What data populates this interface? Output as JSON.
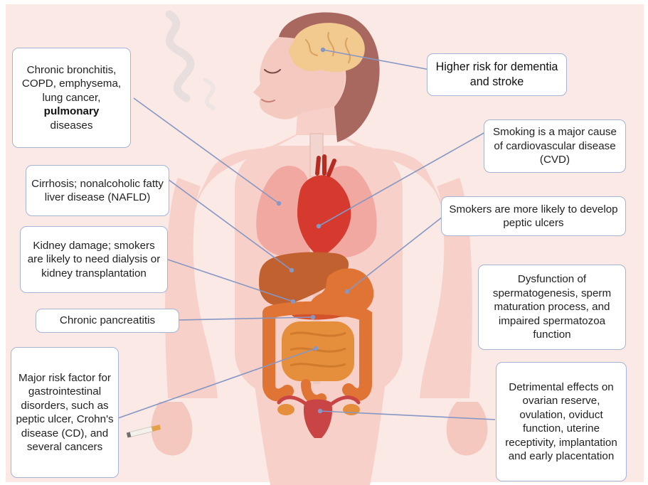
{
  "colors": {
    "background": "#fbe9e6",
    "body": "#f7d1c9",
    "hair": "#a9685f",
    "brain": "#f2c98f",
    "lungs": "#f1a8a0",
    "heart": "#d63a2e",
    "liver": "#c0612f",
    "stomach": "#e07434",
    "intestines": "#e58f3c",
    "uterus": "#c94545",
    "callout_border": "#a6b4d6",
    "leader_line": "#8797c4"
  },
  "callouts": {
    "lungs": {
      "text": "Chronic bronchitis, COPD, emphysema, lung cancer,",
      "bold": "pulmonary",
      "tail": "diseases"
    },
    "brain": {
      "text": "Higher risk for dementia and stroke"
    },
    "cvd": {
      "text": "Smoking is a major cause of cardiovascular disease (CVD)"
    },
    "liver": {
      "text": "Cirrhosis; nonalcoholic fatty liver disease (NAFLD)"
    },
    "ulcers": {
      "text": "Smokers are more likely to develop peptic ulcers"
    },
    "kidney": {
      "text": "Kidney damage; smokers are likely to need dialysis or kidney transplantation"
    },
    "sperm": {
      "text": "Dysfunction of spermatogenesis, sperm maturation process, and impaired spermatozoa function"
    },
    "pancreas": {
      "text": "Chronic pancreatitis"
    },
    "gi": {
      "text": "Major risk factor for gastrointestinal disorders, such as peptic ulcer, Crohn's disease (CD), and several cancers"
    },
    "ovarian": {
      "text": "Detrimental  effects on ovarian reserve, ovulation, oviduct function, uterine receptivity, implantation and early placentation"
    }
  }
}
